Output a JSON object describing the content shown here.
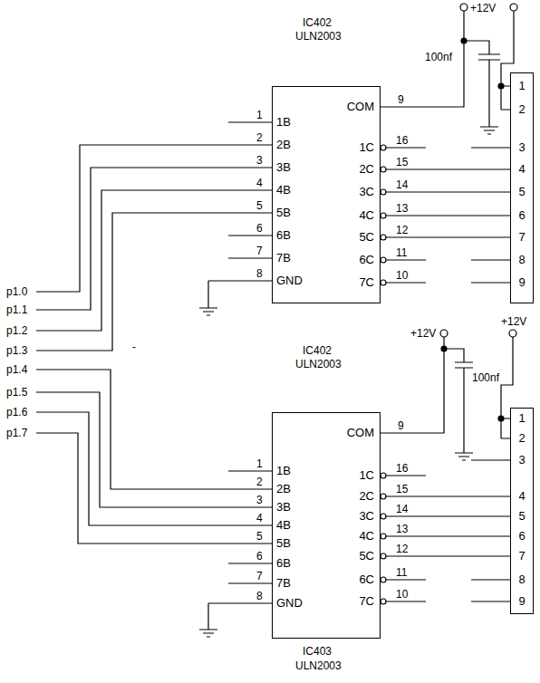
{
  "diagram": {
    "nodes": [
      {
        "text": [
          "COM",
          "1B",
          "2B",
          "3B",
          "4B",
          "5B",
          "6B",
          "7B",
          "GND",
          "1C",
          "2C",
          "3C",
          "4C",
          "5C",
          "6C",
          "7C"
        ]
      },
      {
        "text": [
          "1",
          "2",
          "3",
          "4",
          "5",
          "6",
          "7",
          "8",
          "9"
        ]
      },
      {
        "text": [
          "COM",
          "1B",
          "2B",
          "3B",
          "4B",
          "5B",
          "6B",
          "7B",
          "GND",
          "1C",
          "2C",
          "3C",
          "4C",
          "5C",
          "6C",
          "7C"
        ]
      },
      {
        "text": [
          "1",
          "2",
          "3",
          "4",
          "5",
          "6",
          "7",
          "8",
          "9"
        ]
      }
    ],
    "edges": [
      {
        "from": 0,
        "to": 1,
        "arrow": "none"
      },
      {
        "from": 0,
        "to": 1,
        "arrow": "none"
      },
      {
        "from": 0,
        "to": 1,
        "arrow": "none"
      },
      {
        "from": 0,
        "to": 1,
        "arrow": "none"
      },
      {
        "from": 2,
        "to": 3,
        "arrow": "none"
      },
      {
        "from": 2,
        "to": 3,
        "arrow": "none"
      },
      {
        "from": 2,
        "to": 3,
        "arrow": "none"
      },
      {
        "from": 2,
        "to": 3,
        "arrow": "none"
      }
    ],
    "labels": [
      "+12V",
      "IC402",
      "ULN2003",
      "100nf",
      "9",
      "1",
      "2",
      "3",
      "4",
      "5",
      "6",
      "7",
      "8",
      "16",
      "15",
      "14",
      "13",
      "12",
      "11",
      "10",
      "p1.0",
      "p1.1",
      "p1.2",
      "p1.3",
      "p1.4",
      "p1.5",
      "p1.6",
      "p1.7",
      "-",
      "IC402",
      "ULN2003",
      "+12V",
      "+12V",
      "100nf",
      "9",
      "1",
      "2",
      "3",
      "4",
      "5",
      "6",
      "7",
      "8",
      "16",
      "15",
      "14",
      "13",
      "12",
      "11",
      "10",
      "IC403",
      "ULN2003"
    ]
  }
}
